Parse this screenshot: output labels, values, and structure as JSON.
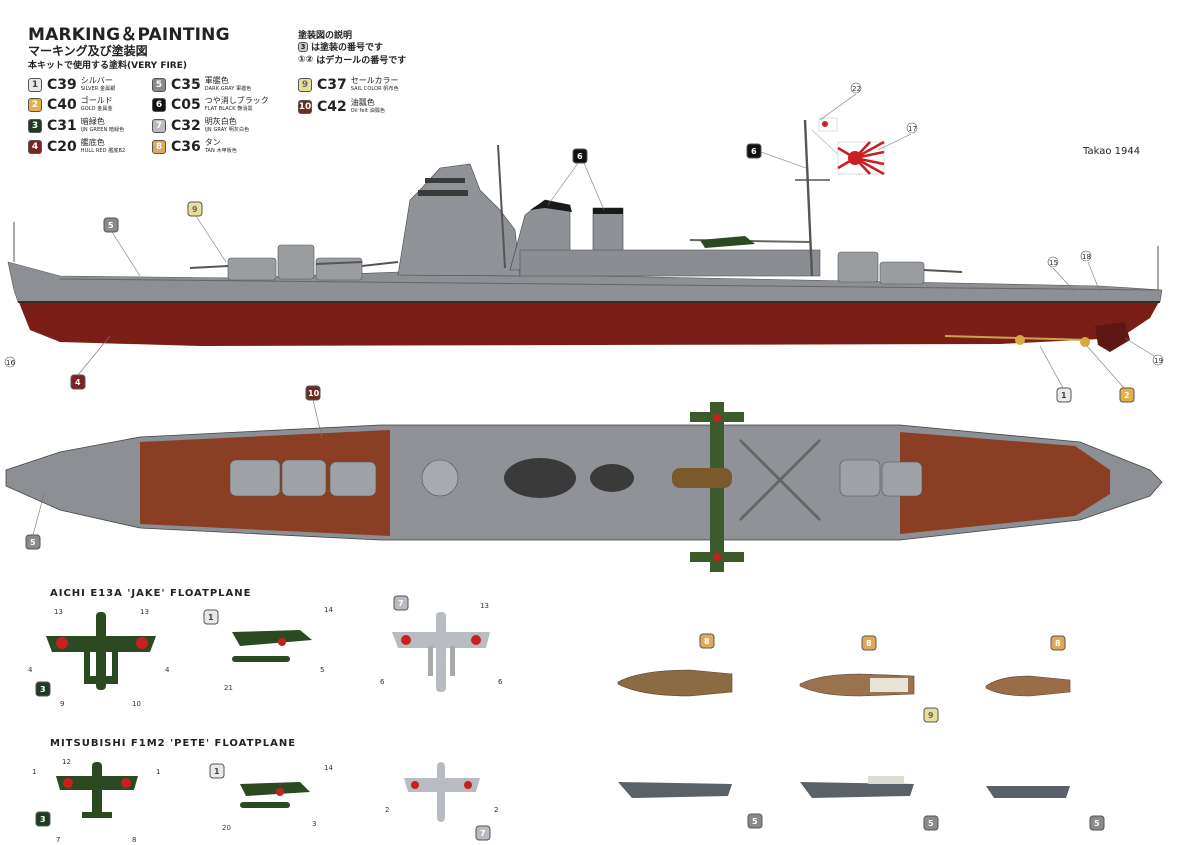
{
  "header": {
    "title": "MARKING＆PAINTING",
    "subtitle": "マーキング及び塗装図",
    "kit_note": "本キットで使用する塗料(VERY FIRE)"
  },
  "legend": [
    {
      "num": "1",
      "code": "C39",
      "jp": "シルバー",
      "en": "SILVER 金属銀",
      "color": "#e8e8e8",
      "text": "#444"
    },
    {
      "num": "2",
      "code": "C40",
      "jp": "ゴールド",
      "en": "GOLD 金属金",
      "color": "#e3b04a",
      "text": "#fff"
    },
    {
      "num": "3",
      "code": "C31",
      "jp": "暗緑色",
      "en": "IJN GREEN 暗緑色",
      "color": "#1f3b22",
      "text": "#fff"
    },
    {
      "num": "4",
      "code": "C20",
      "jp": "艦底色",
      "en": "HULL RED 艦底B2",
      "color": "#7a2424",
      "text": "#fff"
    },
    {
      "num": "5",
      "code": "C35",
      "jp": "軍艦色",
      "en": "DARK GRAY 軍艦色",
      "color": "#8a8a8a",
      "text": "#fff"
    },
    {
      "num": "6",
      "code": "C05",
      "jp": "つや消しブラック",
      "en": "FLAT BLACK 艶消黒",
      "color": "#111111",
      "text": "#fff"
    },
    {
      "num": "7",
      "code": "C32",
      "jp": "明灰白色",
      "en": "IJN GRAY 明灰白色",
      "color": "#b8bcc2",
      "text": "#fff"
    },
    {
      "num": "8",
      "code": "C36",
      "jp": "タン",
      "en": "TAN 木甲板色",
      "color": "#dfa95a",
      "text": "#fff"
    },
    {
      "num": "9",
      "code": "C37",
      "jp": "セールカラー",
      "en": "SAIL COLOR 帆布色",
      "color": "#e9dd9a",
      "text": "#666"
    },
    {
      "num": "10",
      "code": "C42",
      "jp": "油瓢色",
      "en": "Oil felt 油瓢色",
      "color": "#6b2f22",
      "text": "#fff"
    }
  ],
  "explanation": {
    "title": "塗装図の説明",
    "paint_line": "は塗装の番号です",
    "decal_line": "はデカールの番号です",
    "paint_sample": "3",
    "decal_sample": "①②"
  },
  "ship_label": "Takao 1944",
  "aircraft": {
    "jake_title": "AICHI E13A 'JAKE' FLOATPLANE",
    "pete_title": "MITSUBISHI F1M2 'PETE' FLOATPLANE"
  },
  "callouts": {
    "decals_side": [
      "22",
      "17",
      "15",
      "18",
      "16",
      "19"
    ],
    "paint_side": [
      "5",
      "9",
      "6",
      "6",
      "4",
      "1",
      "2"
    ],
    "top_view": [
      "10",
      "5"
    ],
    "jake": [
      "13",
      "13",
      "4",
      "4",
      "9",
      "10",
      "3",
      "14",
      "5",
      "21",
      "1",
      "6",
      "6",
      "7",
      "13"
    ],
    "pete": [
      "12",
      "1",
      "1",
      "3",
      "7",
      "8",
      "14",
      "3",
      "20",
      "1",
      "2",
      "2",
      "7"
    ],
    "boats": [
      "8",
      "8",
      "8",
      "9",
      "5",
      "5",
      "5"
    ]
  },
  "colors": {
    "hull_red": "#7b1e18",
    "ship_gray": "#8c8f93",
    "deck_brown": "#8a3e24",
    "plane_green": "#2b4a22",
    "hinomaru": "#c8201f"
  }
}
